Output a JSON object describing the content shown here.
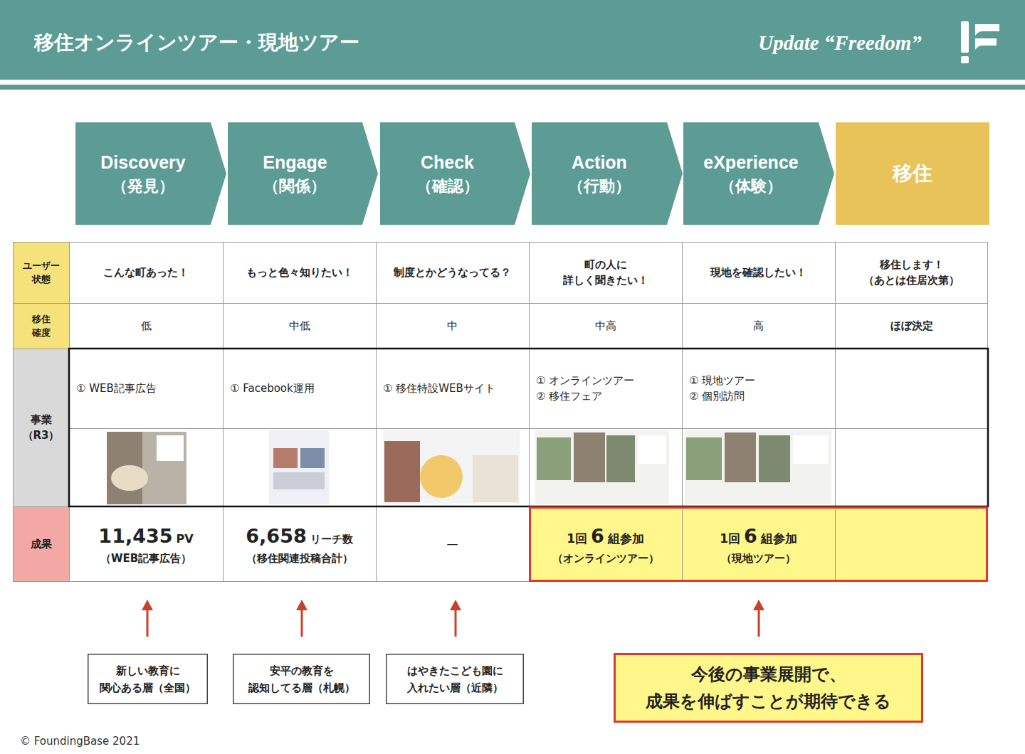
{
  "diagram": {
    "title": "移住オンラインツアー・現地ツアー",
    "nodes": [
      {
        "text": [
          "Discovery",
          "（発見）"
        ]
      },
      {
        "text": [
          "Engage",
          "（関係）"
        ]
      },
      {
        "text": [
          "Check",
          "（確認）"
        ]
      },
      {
        "text": [
          "Action",
          "（行動）"
        ]
      },
      {
        "text": [
          "eXperience",
          "（体験）"
        ]
      },
      {
        "text": [
          "移住"
        ]
      },
      {
        "text": [
          "新しい教育に 関心ある層（全国）"
        ]
      },
      {
        "text": [
          "安平の教育を 認知してる層（札幌）"
        ]
      },
      {
        "text": [
          "はやきたこども園に 入れたい層（近隣）"
        ]
      },
      {
        "text": [
          "今後の事業展開で、 成果を伸ばすことが期待できる"
        ]
      }
    ],
    "labels": [
      "Update “Freedom”",
      "ユーザー 状態",
      "こんな町あった！",
      "もっと色々知りたい！",
      "制度とかどうなってる？",
      "町の人に 詳しく聞きたい！",
      "現地を確認したい！",
      "移住します！ （あとは住居次第）",
      "移住 確度",
      "低",
      "中低",
      "中",
      "中高",
      "高",
      "ほぼ決定",
      "事業 （R3）",
      "① WEB記事広告",
      "① Facebook運用",
      "① 移住特設WEBサイト",
      "① オンラインツアー ② 移住フェア",
      "① 現地ツアー ② 個別訪問",
      "成果",
      "11,435",
      "PV",
      "（WEB記事広告）",
      "6,658",
      "リーチ数",
      "（移住関連投稿合計）",
      "—",
      "1回",
      "6",
      "組参加",
      "（オンラインツアー）",
      "1回",
      "6",
      "組参加",
      "（現地ツアー）",
      "© FoundingBase 2021"
    ]
  }
}
